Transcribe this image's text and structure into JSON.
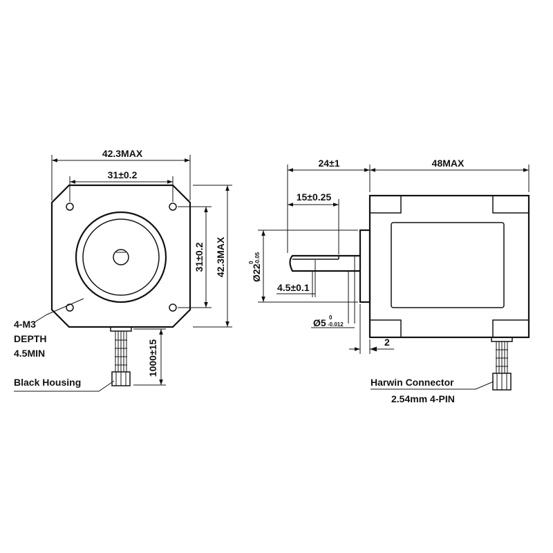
{
  "colors": {
    "line": "#111111",
    "background": "#ffffff"
  },
  "front_view": {
    "width_max": "42.3MAX",
    "hole_spacing_h": "31±0.2",
    "hole_spacing_v": "31±0.2",
    "height_max": "42.3MAX",
    "hole_note_line1": "4-M3",
    "hole_note_line2": "DEPTH",
    "hole_note_line3": "4.5MIN",
    "cable_length": "1000±15",
    "housing_label": "Black Housing"
  },
  "side_view": {
    "shaft_length": "24±1",
    "body_length": "48MAX",
    "flat_length": "15±0.25",
    "boss_dia_main": "Ø22",
    "boss_dia_sub": "-0.05",
    "boss_dia_sup": "0",
    "flat_depth": "4.5±0.1",
    "shaft_dia_main": "Ø5",
    "shaft_dia_sub": "-0.012",
    "shaft_dia_sup": "0",
    "boss_height": "2",
    "connector_line1": "Harwin Connector",
    "connector_line2": "2.54mm 4-PIN"
  }
}
